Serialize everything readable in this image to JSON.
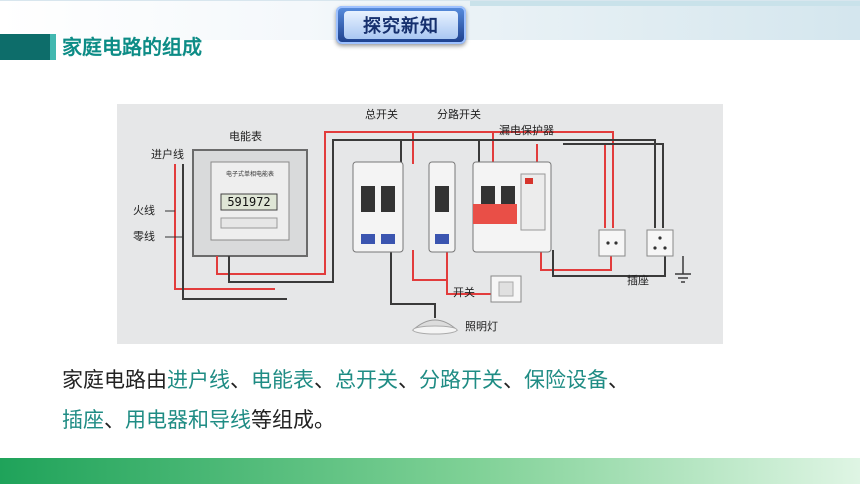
{
  "header": {
    "badge": "探究新知",
    "section_title": "家庭电路的组成"
  },
  "diagram": {
    "labels": {
      "service_line": "进户线",
      "meter": "电能表",
      "main_switch": "总开关",
      "branch_switch": "分路开关",
      "rcd": "漏电保护器",
      "live_wire": "火线",
      "neutral_wire": "零线",
      "socket": "插座",
      "switch": "开关",
      "lamp": "照明灯"
    },
    "meter": {
      "caption": "电子式单相电能表",
      "reading": "591972"
    }
  },
  "body": {
    "t1": "家庭电路由",
    "h1": "进户线",
    "s1": "、",
    "h2": "电能表",
    "s2": "、",
    "h3": "总开关",
    "s3": "、",
    "h4": "分路开关",
    "s4": "、",
    "h5": "保险设备",
    "s5": "、",
    "h6": "插座",
    "s6": "、",
    "h7": "用电器和导线",
    "t2": "等组成。"
  },
  "colors": {
    "accent": "#0d8c86",
    "highlight": "#1f8c84",
    "live_wire": "#e23c3c",
    "neutral_wire": "#3a3a3a",
    "bottom_bar_start": "#1fa35a",
    "bottom_bar_end": "#dff5e4"
  }
}
